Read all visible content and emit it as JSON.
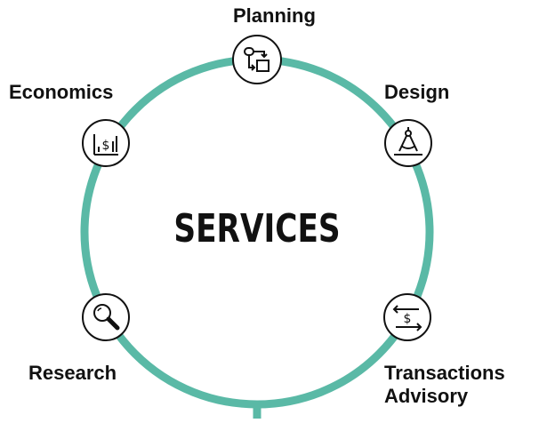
{
  "center_title": "SERVICES",
  "colors": {
    "ring": "#5ab9a6",
    "icon_stroke": "#111111",
    "text": "#111111"
  },
  "services": [
    {
      "label": "Planning",
      "icon": "flowchart-icon"
    },
    {
      "label": "Design",
      "icon": "compass-icon"
    },
    {
      "label": "Transactions Advisory",
      "line1": "Transactions",
      "line2": "Advisory",
      "icon": "exchange-dollar-icon"
    },
    {
      "label": "Research",
      "icon": "magnifier-icon"
    },
    {
      "label": "Economics",
      "icon": "dollar-chart-icon"
    }
  ]
}
